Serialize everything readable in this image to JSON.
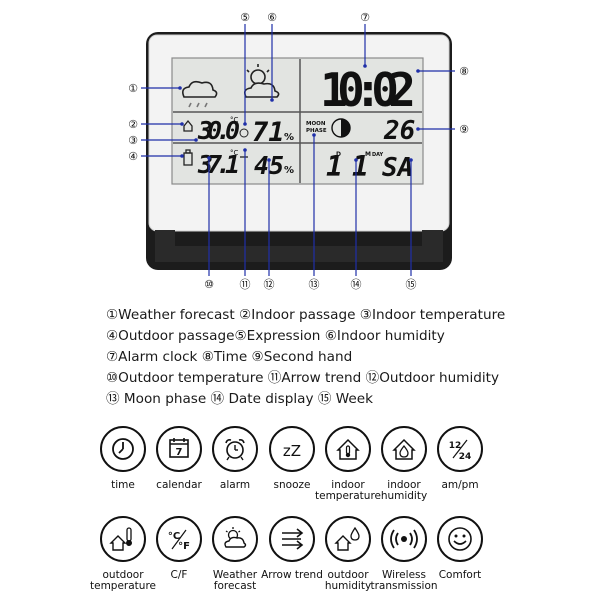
{
  "callouts": [
    "①",
    "②",
    "③",
    "④",
    "⑤",
    "⑥",
    "⑦",
    "⑧",
    "⑨",
    "⑩",
    "⑪",
    "⑫",
    "⑬",
    "⑭",
    "⑮"
  ],
  "display": {
    "time": "10:02",
    "indoor_temp": "30.0",
    "indoor_temp_unit": "°C",
    "indoor_humidity": "71",
    "outdoor_temp": "37.1",
    "outdoor_temp_unit": "°C",
    "outdoor_humidity": "45",
    "percent": "%",
    "moon_label_1": "MOON",
    "moon_label_2": "PHASE",
    "seconds": "26",
    "month": "1",
    "month_marker": "M",
    "day": "1",
    "day_marker": "D",
    "week_label": "DAY",
    "weekday": "SA"
  },
  "legend": [
    "①Weather forecast ②Indoor passage ③Indoor temperature",
    "④Outdoor passage⑤Expression ⑥Indoor humidity",
    "⑦Alarm clock ⑧Time ⑨Second hand",
    "⑩Outdoor temperature ⑪Arrow trend ⑫Outdoor humidity",
    "⑬ Moon phase ⑭ Date display ⑮ Week"
  ],
  "features_row1": [
    {
      "icon": "clock-icon",
      "label": "time"
    },
    {
      "icon": "calendar-icon",
      "label": "calendar",
      "value": "7"
    },
    {
      "icon": "alarm-icon",
      "label": "alarm"
    },
    {
      "icon": "snooze-icon",
      "label": "snooze",
      "value": "zZ"
    },
    {
      "icon": "indoor-temperature-icon",
      "label": "indoor temperature"
    },
    {
      "icon": "indoor-humidity-icon",
      "label": "indoor humidity"
    },
    {
      "icon": "am-pm-icon",
      "label": "am/pm",
      "value_top": "12",
      "value_bottom": "24"
    }
  ],
  "features_row2": [
    {
      "icon": "outdoor-temperature-icon",
      "label": "outdoor temperature"
    },
    {
      "icon": "celsius-fahrenheit-icon",
      "label": "C/F",
      "value_top": "°C",
      "value_bottom": "°F"
    },
    {
      "icon": "weather-forecast-icon",
      "label": "Weather forecast"
    },
    {
      "icon": "arrow-trend-icon",
      "label": "Arrow trend"
    },
    {
      "icon": "outdoor-humidity-icon",
      "label": "outdoor humidity"
    },
    {
      "icon": "wireless-transmission-icon",
      "label": "Wireless transmission"
    },
    {
      "icon": "comfort-icon",
      "label": "Comfort"
    }
  ],
  "colors": {
    "accent": "#1f2fa8",
    "lcd": "#e2e4e1",
    "frame": "#1c1c1c",
    "segment": "#111111"
  }
}
